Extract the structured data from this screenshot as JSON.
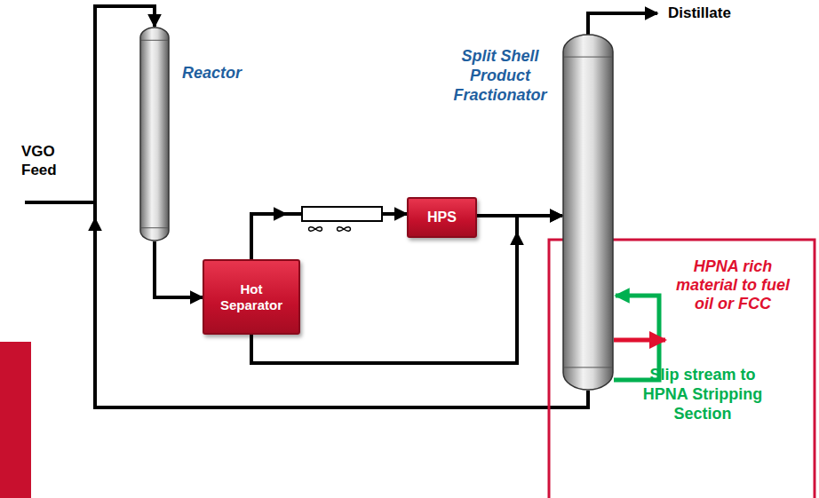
{
  "diagram": {
    "nodes": [
      {
        "text": [
          "Reactor"
        ]
      },
      {
        "text": [
          "Hot Separator"
        ]
      },
      {
        "text": [
          "HPS"
        ]
      },
      {
        "text": [
          "Split Shell Product Fractionator"
        ]
      },
      {
        "text": [
          "HPNA rich material to fuel oil or FCC",
          "Slip stream to HPNA Stripping Section"
        ]
      }
    ],
    "edges": [
      {
        "from": 0,
        "to": 1,
        "arrow": "to"
      },
      {
        "from": 1,
        "to": 2,
        "arrow": "to"
      },
      {
        "from": 2,
        "to": 3,
        "arrow": "to"
      },
      {
        "from": 1,
        "to": 3,
        "arrow": "to"
      },
      {
        "from": 3,
        "to": 0,
        "arrow": "to"
      },
      {
        "from": 3,
        "to": 4,
        "arrow": "to"
      }
    ],
    "labels": [
      "VGO Feed",
      "Distillate"
    ]
  }
}
